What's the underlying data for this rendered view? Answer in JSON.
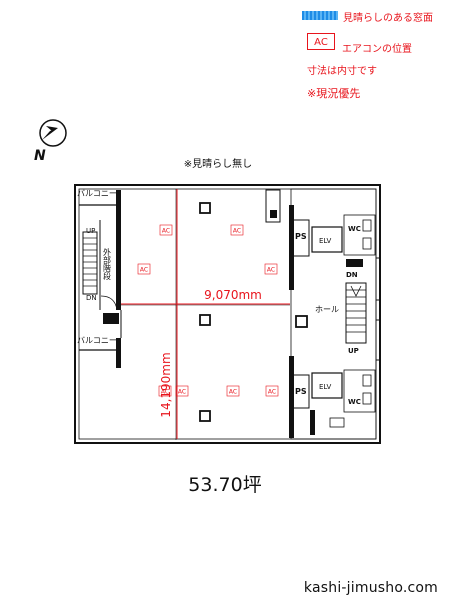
{
  "legend": {
    "window_label": "見晴らしのある窓面",
    "ac_box_label": "AC",
    "ac_label": "エアコンの位置",
    "inner_dim_note": "寸法は内寸です",
    "current_priority_note": "※現況優先",
    "window_color": "#1e8ce6",
    "accent_color": "#e8141c"
  },
  "compass": {
    "label": "N"
  },
  "plan": {
    "no_view_note": "※見晴らし無し",
    "balcony_top": "バルコニー",
    "balcony_bottom": "バルコニー",
    "exterior_stairs": "外部階段",
    "up_left": "UP",
    "dn_left": "DN",
    "ps_top": "PS",
    "ps_bottom": "PS",
    "elv_top": "ELV",
    "elv_bottom": "ELV",
    "wc_top": "WC",
    "wc_bottom": "WC",
    "dn_right": "DN",
    "up_right": "UP",
    "hall": "ホール",
    "width_dim": "9,070mm",
    "depth_dim": "14,190mm",
    "ac_marker": "AC"
  },
  "area": "53.70坪",
  "site": "kashi-jimusho.com"
}
